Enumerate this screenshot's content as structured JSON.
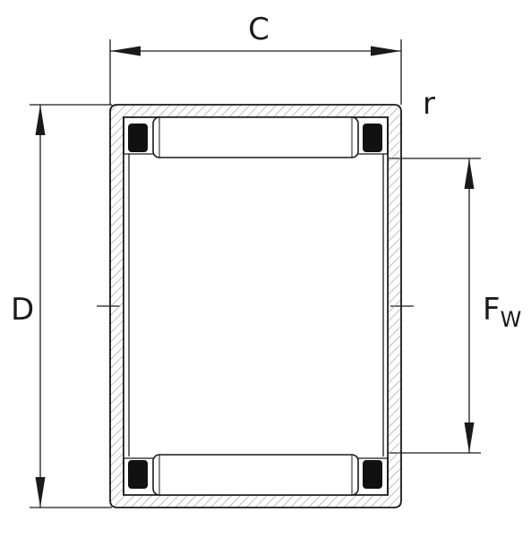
{
  "labels": {
    "width": "C",
    "radius": "r",
    "outer_diameter": "D",
    "inner_diameter_main": "F",
    "inner_diameter_sub": "W"
  },
  "colors": {
    "line": "#1a1a1a",
    "hatch": "#9a9a9a",
    "seal": "#111111",
    "background": "#ffffff"
  }
}
